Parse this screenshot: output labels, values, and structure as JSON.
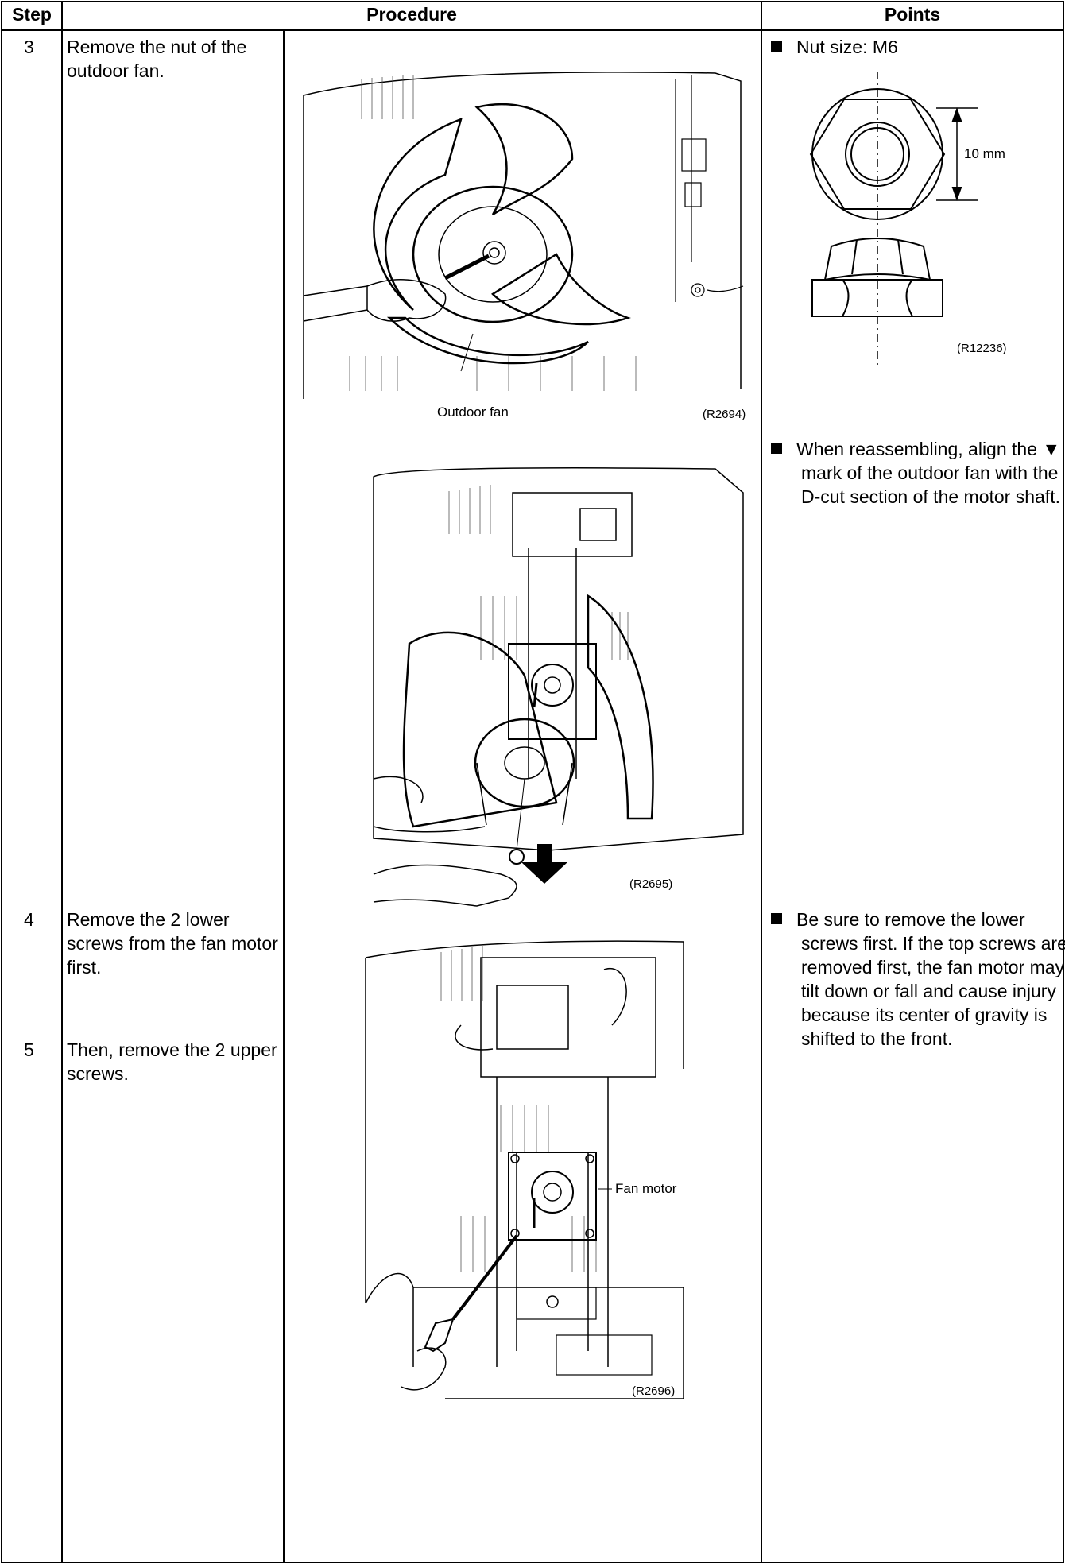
{
  "table": {
    "headers": {
      "step": "Step",
      "procedure": "Procedure",
      "points": "Points"
    },
    "rows": [
      {
        "step": "3",
        "action": "Remove the nut of the outdoor fan."
      },
      {
        "step": "4",
        "action": "Remove the 2 lower screws from the fan motor first."
      },
      {
        "step": "5",
        "action": "Then, remove the 2 upper screws."
      }
    ],
    "points": [
      {
        "text": "Nut size: M6"
      },
      {
        "text_before": "When reassembling, align the",
        "mark": "▼",
        "text_after": "mark of the outdoor fan with the D-cut section of the motor shaft."
      },
      {
        "text": "Be sure to remove the lower screws first. If the top screws are removed first, the fan motor may tilt down or fall and cause injury because its center of gravity is shifted to the front."
      }
    ]
  },
  "figures": {
    "nut": {
      "dimension": "10 mm",
      "code": "(R12236)"
    },
    "fan_removal": {
      "label": "Outdoor fan",
      "code": "(R2694)"
    },
    "fan_mark": {
      "code": "(R2695)"
    },
    "motor": {
      "label": "Fan motor",
      "code": "(R2696)"
    }
  }
}
